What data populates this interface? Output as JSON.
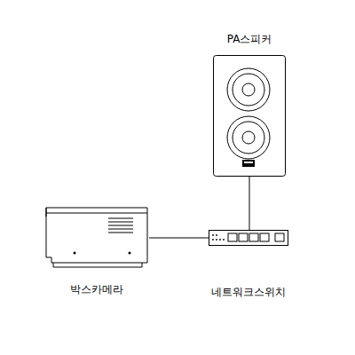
{
  "diagram": {
    "nodes": [
      {
        "text": [
          "PA스피커"
        ]
      },
      {
        "text": [
          "박스카메라"
        ]
      },
      {
        "text": [
          "네트워크스위치"
        ]
      }
    ],
    "edges": [
      {
        "from": 0,
        "to": 2,
        "arrow": "none"
      },
      {
        "from": 1,
        "to": 2,
        "arrow": "none"
      }
    ]
  }
}
